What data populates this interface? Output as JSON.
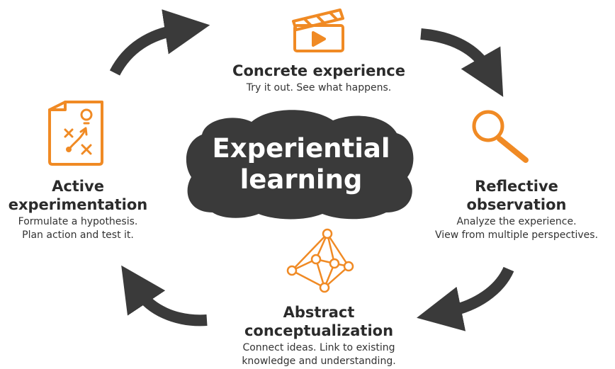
{
  "center": {
    "line1": "Experiential",
    "line2": "learning"
  },
  "stages": {
    "concrete": {
      "title": "Concrete experience",
      "description": "Try it out. See what happens.",
      "icon": "clapperboard-icon"
    },
    "reflective": {
      "title_line1": "Reflective",
      "title_line2": "observation",
      "desc_line1": "Analyze the experience.",
      "desc_line2": "View from multiple perspectives.",
      "icon": "magnifier-icon"
    },
    "abstract": {
      "title_line1": "Abstract",
      "title_line2": "conceptualization",
      "desc_line1": "Connect ideas. Link to existing",
      "desc_line2": "knowledge and understanding.",
      "icon": "network-icon"
    },
    "active": {
      "title_line1": "Active",
      "title_line2": "experimentation",
      "desc_line1": "Formulate a hypothesis.",
      "desc_line2": "Plan action and test it.",
      "icon": "strategy-document-icon"
    }
  },
  "colors": {
    "accent": "#f08a24",
    "dark": "#3a3a3a",
    "text": "#2b2b2b"
  }
}
